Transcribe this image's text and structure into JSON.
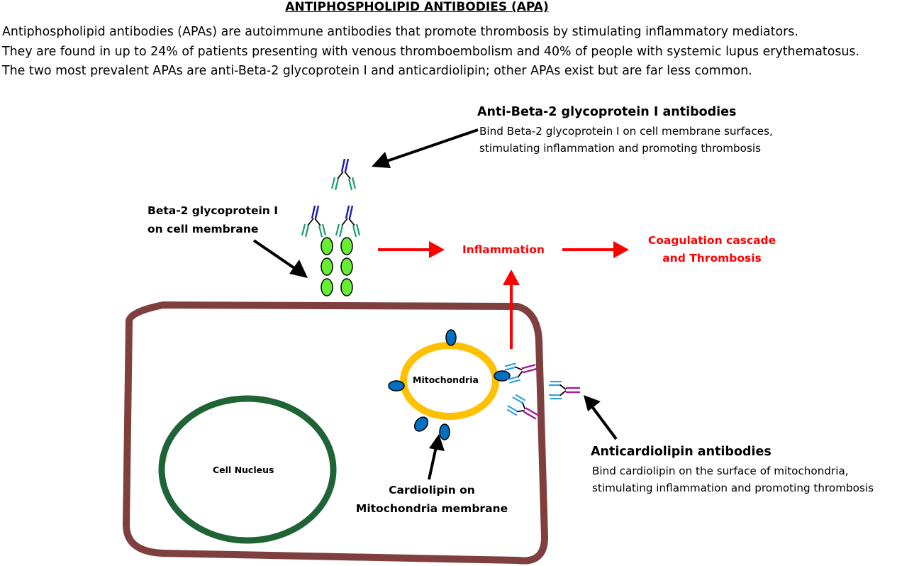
{
  "title": "ANTIPHOSPHOLIPID ANTIBODIES (APA)",
  "intro": [
    "Antiphospholipid antibodies (APAs) are autoimmune antibodies that promote thrombosis by stimulating inflammatory mediators.",
    "They are found in up to 24% of patients presenting with venous thromboembolism and 40% of people with systemic lupus erythematosus.",
    "The two most prevalent APAs are anti-Beta-2 glycoprotein I and anticardiolipin; other APAs exist but are far less common."
  ],
  "anti_beta2": {
    "heading": "Anti-Beta-2 glycoprotein I antibodies",
    "desc": [
      "Bind Beta-2 glycoprotein I on cell membrane surfaces,",
      "stimulating inflammation and promoting thrombosis"
    ]
  },
  "beta2_label": [
    "Beta-2 glycoprotein I",
    "on cell membrane"
  ],
  "inflammation": "Inflammation",
  "coagulation": [
    "Coagulation cascade",
    "and Thrombosis"
  ],
  "mitochondria": "Mitochondria",
  "nucleus": "Cell Nucleus",
  "cardiolipin_label": [
    "Cardiolipin on",
    "Mitochondria membrane"
  ],
  "anticardiolipin": {
    "heading": "Anticardiolipin antibodies",
    "desc": [
      "Bind cardiolipin on the surface of mitochondria,",
      "stimulating inflammation and promoting thrombosis"
    ]
  },
  "colors": {
    "cell_membrane": "#7f3f3f",
    "nucleus": "#1e6435",
    "mitochondria": "#ffc000",
    "cardiolipin": "#0070c0",
    "glycoprotein": "#66ee33",
    "antibody_dark": "#2020b0",
    "antibody_teal": "#1a9a70",
    "antibody_magenta": "#a020a0",
    "antibody_lightblue": "#30a0e8",
    "red": "#ff0000",
    "black": "#000000"
  }
}
